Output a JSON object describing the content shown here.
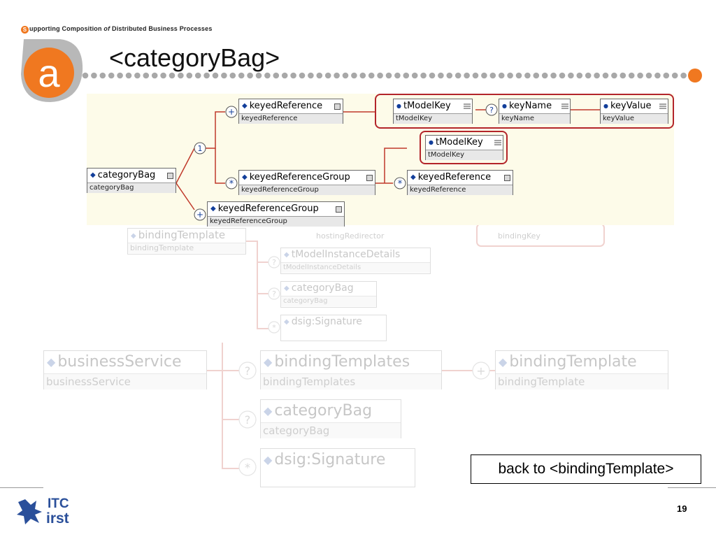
{
  "header": {
    "tagline_s": "S",
    "tagline_1": "upporting  Composition ",
    "tagline_of": "of",
    "tagline_2": " Distributed  Business  Processes",
    "logo_letter": "a",
    "title": "<categoryBag>",
    "accent_color": "#f07820"
  },
  "diagram": {
    "root": {
      "name": "categoryBag",
      "type": "categoryBag"
    },
    "choice_symbol": "1",
    "keyed_reference": {
      "name": "keyedReference",
      "type": "keyedReference"
    },
    "keyed_reference_group": {
      "name": "keyedReferenceGroup",
      "type": "keyedReferenceGroup"
    },
    "keyed_reference_group_sibling": {
      "name": "keyedReferenceGroup",
      "type": "keyedReferenceGroup"
    },
    "attr_tmodelkey": {
      "name": "tModelKey",
      "type": "tModelKey"
    },
    "attr_keyname": {
      "name": "keyName",
      "type": "keyName"
    },
    "attr_keyvalue": {
      "name": "keyValue",
      "type": "keyValue"
    },
    "group_attr_tmodelkey": {
      "name": "tModelKey",
      "type": "tModelKey"
    },
    "group_keyed_reference": {
      "name": "keyedReference",
      "type": "keyedReference"
    },
    "optional_symbol": "?",
    "many_symbol": "*",
    "plus_symbol": "+"
  },
  "faded_background": {
    "binding_template": {
      "name": "bindingTemplate",
      "type": "bindingTemplate"
    },
    "hosting_redirector_type": "hostingRedirector",
    "binding_key_type": "bindingKey",
    "tmodel_instance_details": {
      "name": "tModelInstanceDetails",
      "type": "tModelInstanceDetails"
    },
    "category_bag_small": {
      "name": "categoryBag",
      "type": "categoryBag"
    },
    "dsig_small": {
      "name": "dsig:Signature"
    },
    "business_service": {
      "name": "businessService",
      "type": "businessService"
    },
    "binding_templates": {
      "name": "bindingTemplates",
      "type": "bindingTemplates"
    },
    "binding_template_big": {
      "name": "bindingTemplate",
      "type": "bindingTemplate"
    },
    "category_bag_big": {
      "name": "categoryBag",
      "type": "categoryBag"
    },
    "dsig_big": {
      "name": "dsig:Signature"
    }
  },
  "back_link": "back to <bindingTemplate>",
  "footer": {
    "logo_text_1": "ITC",
    "logo_text_2": "irst",
    "page_number": "19"
  }
}
